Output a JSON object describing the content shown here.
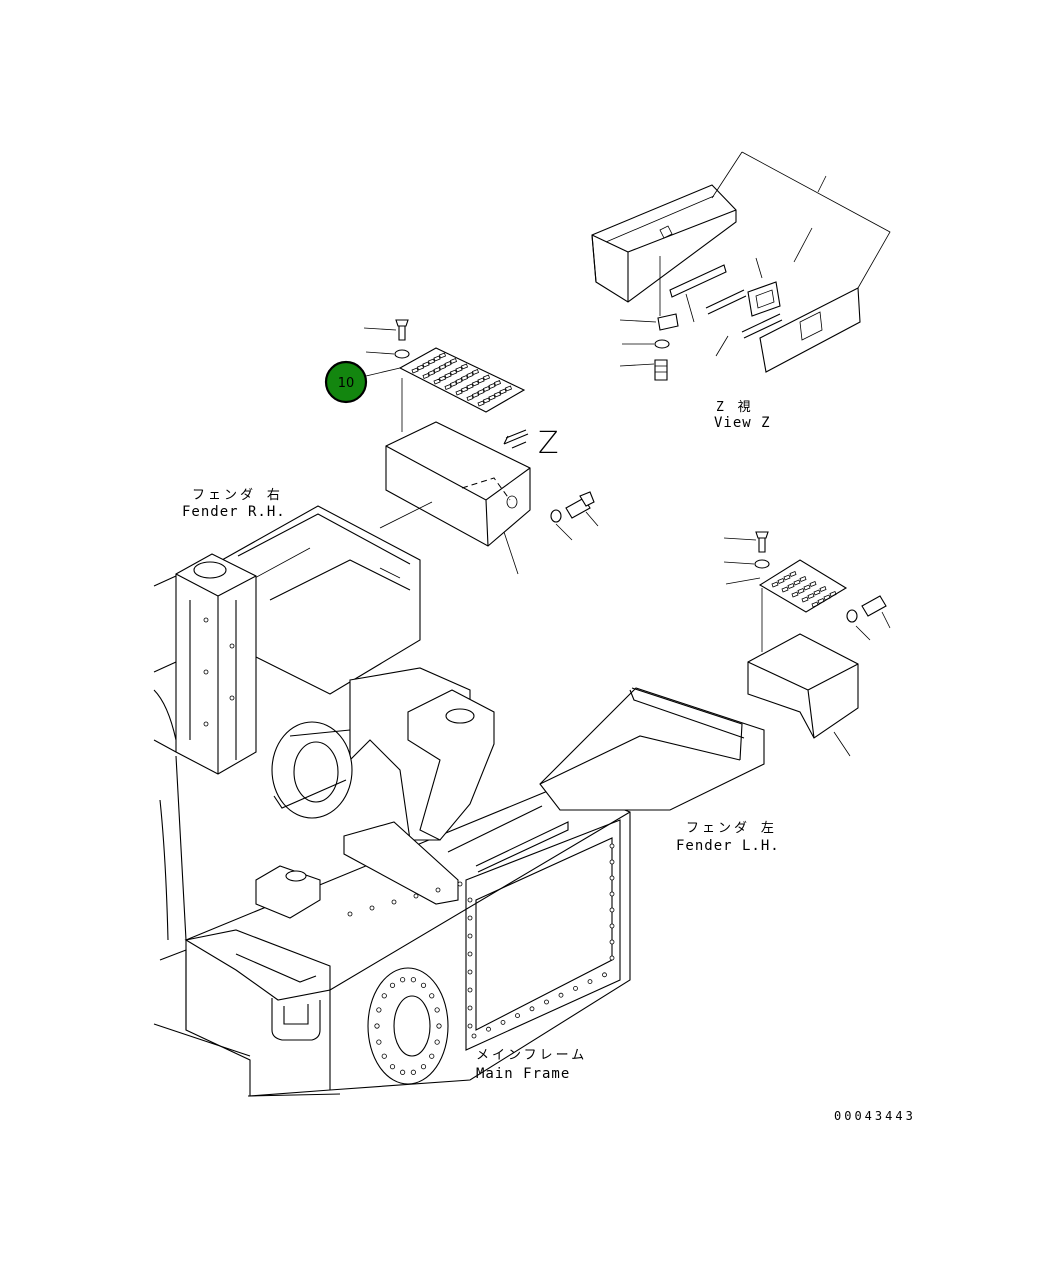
{
  "callout": {
    "number": "10",
    "color": "#13860f"
  },
  "view_z": {
    "arrow_letter": "Z",
    "label_jp": "Z 視",
    "label_en": "View Z"
  },
  "labels": {
    "fender_rh_jp": "フェンダ 右",
    "fender_rh_en": "Fender R.H.",
    "fender_lh_jp": "フェンダ 左",
    "fender_lh_en": "Fender L.H.",
    "main_frame_jp": "メインフレーム",
    "main_frame_en": "Main Frame"
  },
  "drawing_number": "00043443"
}
